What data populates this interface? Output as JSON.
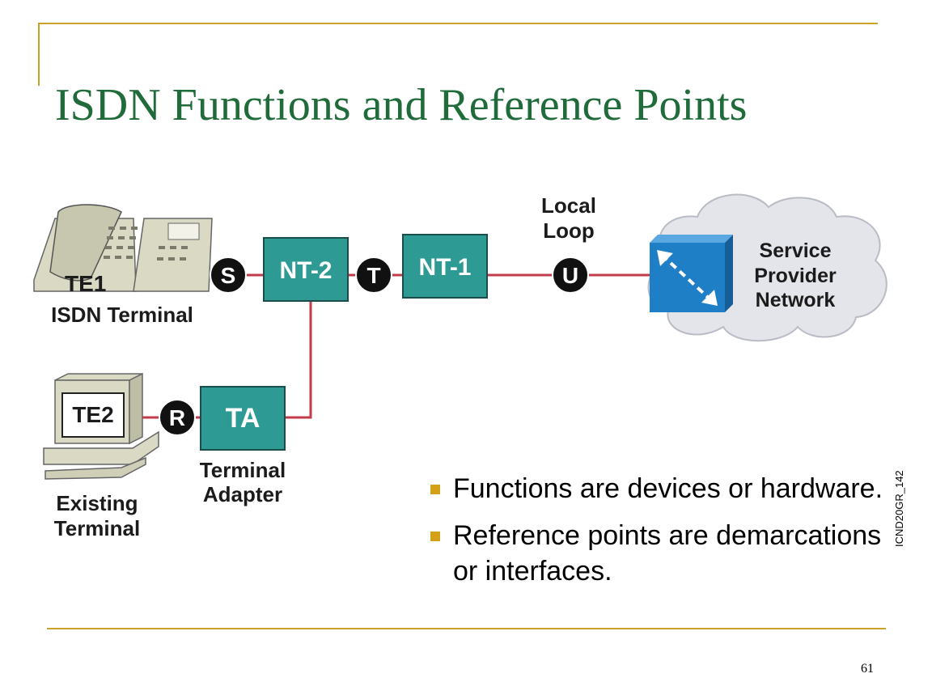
{
  "slide": {
    "title": "ISDN Functions and Reference Points",
    "page_number": "61",
    "figure_code": "ICND20GR_142"
  },
  "diagram": {
    "devices": {
      "te1": {
        "id": "TE1",
        "caption": "ISDN Terminal"
      },
      "te2": {
        "id": "TE2",
        "caption_line1": "Existing",
        "caption_line2": "Terminal"
      },
      "nt2": {
        "label": "NT-2"
      },
      "nt1": {
        "label": "NT-1"
      },
      "ta": {
        "label": "TA",
        "caption_line1": "Terminal",
        "caption_line2": "Adapter"
      },
      "cloud": {
        "line1": "Service",
        "line2": "Provider",
        "line3": "Network"
      }
    },
    "reference_points": {
      "s": "S",
      "t": "T",
      "u": "U",
      "r": "R"
    },
    "local_loop": {
      "line1": "Local",
      "line2": "Loop"
    }
  },
  "bullets": [
    "Functions are devices or hardware.",
    "Reference points are demarcations or interfaces."
  ],
  "colors": {
    "title": "#1f6b3a",
    "accent_rule": "#c9a227",
    "device_box": "#2e9a94",
    "link_line": "#c23b4b",
    "cloud": "#e3e5ea",
    "switch": "#1f7fc6"
  }
}
